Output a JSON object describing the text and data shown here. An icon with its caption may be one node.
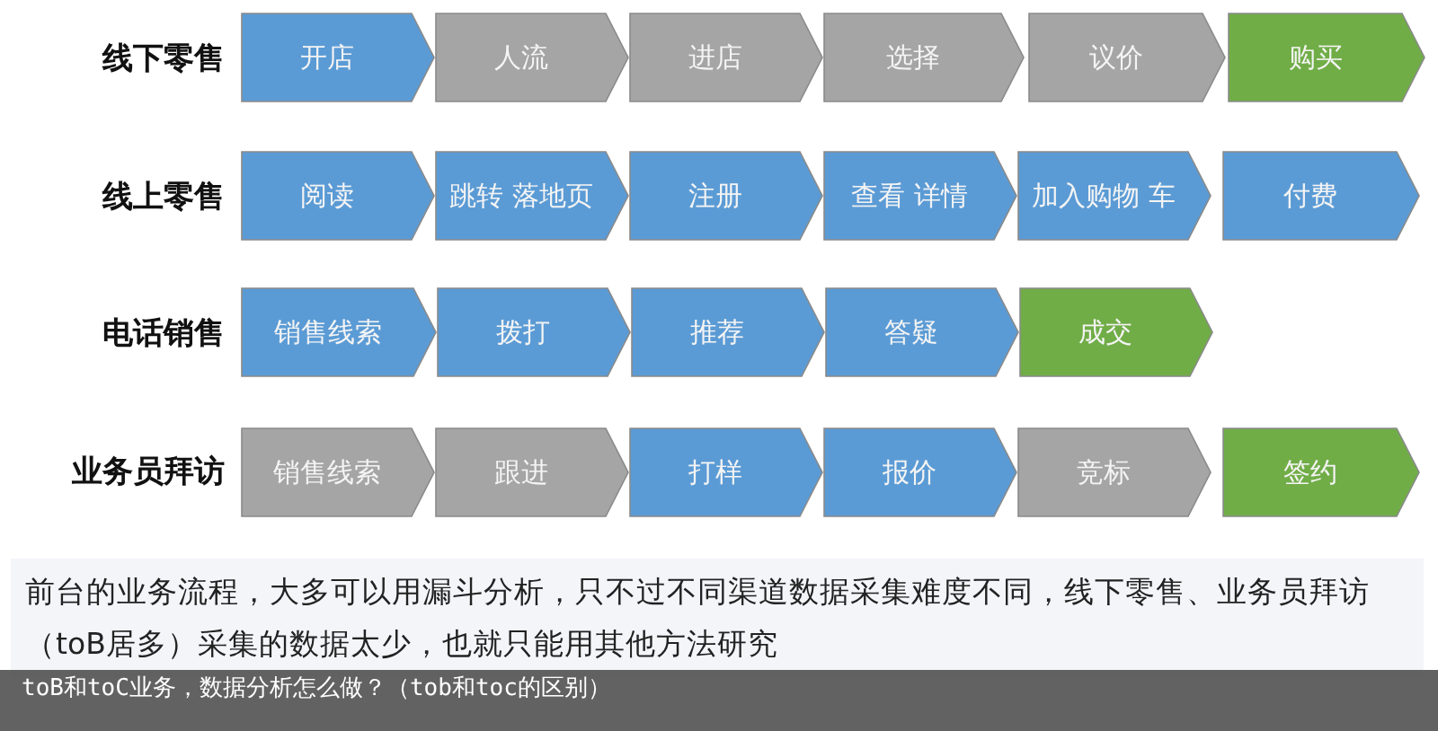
{
  "diagram": {
    "caption": "toB和toC业务，数据分析怎么做？（tob和toc的区别）",
    "nodes": [
      {
        "text": [
          "开店"
        ]
      },
      {
        "text": [
          "人流"
        ]
      },
      {
        "text": [
          "进店"
        ]
      },
      {
        "text": [
          "选择"
        ]
      },
      {
        "text": [
          "议价"
        ]
      },
      {
        "text": [
          "购买"
        ]
      },
      {
        "text": [
          "阅读"
        ]
      },
      {
        "text": [
          "跳转 落地页"
        ]
      },
      {
        "text": [
          "注册"
        ]
      },
      {
        "text": [
          "查看 详情"
        ]
      },
      {
        "text": [
          "加入购物 车"
        ]
      },
      {
        "text": [
          "付费"
        ]
      },
      {
        "text": [
          "销售线索"
        ]
      },
      {
        "text": [
          "拨打"
        ]
      },
      {
        "text": [
          "推荐"
        ]
      },
      {
        "text": [
          "答疑"
        ]
      },
      {
        "text": [
          "成交"
        ]
      },
      {
        "text": [
          "销售线索"
        ]
      },
      {
        "text": [
          "跟进"
        ]
      },
      {
        "text": [
          "打样"
        ]
      },
      {
        "text": [
          "报价"
        ]
      },
      {
        "text": [
          "竞标"
        ]
      },
      {
        "text": [
          "签约"
        ]
      },
      {
        "text": [
          "前台的业务流程，大多可以用漏斗分析，只不过不同渠道数据采集难度不同，线下零售、业务员拜访（toB居多）采集的数据太少，也就只能用其他方法研究"
        ]
      }
    ],
    "labels": [
      "线下零售",
      "线上零售",
      "电话销售",
      "业务员拜访"
    ]
  }
}
